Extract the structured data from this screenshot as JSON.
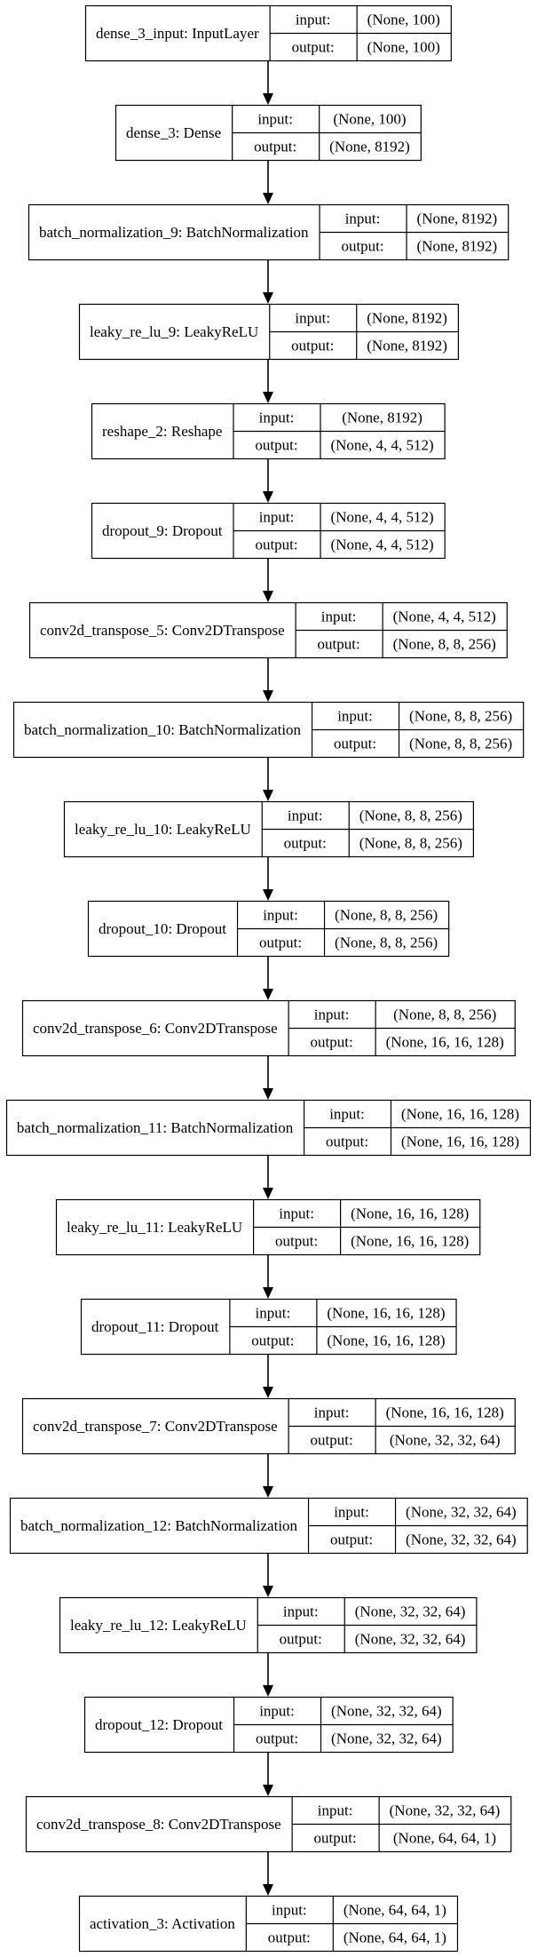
{
  "labels": {
    "input": "input:",
    "output": "output:"
  },
  "layers": [
    {
      "name": "dense_3_input: InputLayer",
      "input": "(None, 100)",
      "output": "(None, 100)"
    },
    {
      "name": "dense_3: Dense",
      "input": "(None, 100)",
      "output": "(None, 8192)"
    },
    {
      "name": "batch_normalization_9: BatchNormalization",
      "input": "(None, 8192)",
      "output": "(None, 8192)"
    },
    {
      "name": "leaky_re_lu_9: LeakyReLU",
      "input": "(None, 8192)",
      "output": "(None, 8192)"
    },
    {
      "name": "reshape_2: Reshape",
      "input": "(None, 8192)",
      "output": "(None, 4, 4, 512)"
    },
    {
      "name": "dropout_9: Dropout",
      "input": "(None, 4, 4, 512)",
      "output": "(None, 4, 4, 512)"
    },
    {
      "name": "conv2d_transpose_5: Conv2DTranspose",
      "input": "(None, 4, 4, 512)",
      "output": "(None, 8, 8, 256)"
    },
    {
      "name": "batch_normalization_10: BatchNormalization",
      "input": "(None, 8, 8, 256)",
      "output": "(None, 8, 8, 256)"
    },
    {
      "name": "leaky_re_lu_10: LeakyReLU",
      "input": "(None, 8, 8, 256)",
      "output": "(None, 8, 8, 256)"
    },
    {
      "name": "dropout_10: Dropout",
      "input": "(None, 8, 8, 256)",
      "output": "(None, 8, 8, 256)"
    },
    {
      "name": "conv2d_transpose_6: Conv2DTranspose",
      "input": "(None, 8, 8, 256)",
      "output": "(None, 16, 16, 128)"
    },
    {
      "name": "batch_normalization_11: BatchNormalization",
      "input": "(None, 16, 16, 128)",
      "output": "(None, 16, 16, 128)"
    },
    {
      "name": "leaky_re_lu_11: LeakyReLU",
      "input": "(None, 16, 16, 128)",
      "output": "(None, 16, 16, 128)"
    },
    {
      "name": "dropout_11: Dropout",
      "input": "(None, 16, 16, 128)",
      "output": "(None, 16, 16, 128)"
    },
    {
      "name": "conv2d_transpose_7: Conv2DTranspose",
      "input": "(None, 16, 16, 128)",
      "output": "(None, 32, 32, 64)"
    },
    {
      "name": "batch_normalization_12: BatchNormalization",
      "input": "(None, 32, 32, 64)",
      "output": "(None, 32, 32, 64)"
    },
    {
      "name": "leaky_re_lu_12: LeakyReLU",
      "input": "(None, 32, 32, 64)",
      "output": "(None, 32, 32, 64)"
    },
    {
      "name": "dropout_12: Dropout",
      "input": "(None, 32, 32, 64)",
      "output": "(None, 32, 32, 64)"
    },
    {
      "name": "conv2d_transpose_8: Conv2DTranspose",
      "input": "(None, 32, 32, 64)",
      "output": "(None, 64, 64, 1)"
    },
    {
      "name": "activation_3: Activation",
      "input": "(None, 64, 64, 1)",
      "output": "(None, 64, 64, 1)"
    }
  ]
}
